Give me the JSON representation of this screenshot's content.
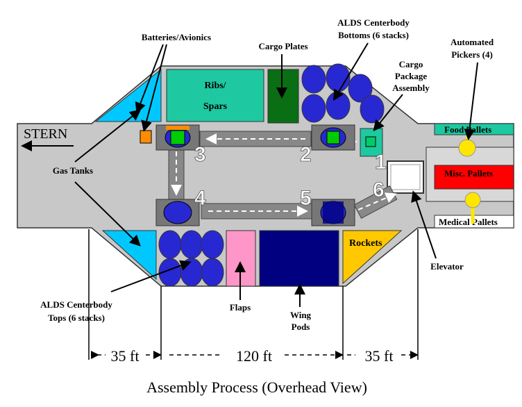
{
  "labels": {
    "batteries": "Batteries/Avionics",
    "cargo_plates": "Cargo Plates",
    "alds_bottoms_1": "ALDS Centerbody",
    "alds_bottoms_2": "Bottoms (6 stacks)",
    "automated_1": "Automated",
    "automated_2": "Pickers (4)",
    "cargo_pkg_1": "Cargo",
    "cargo_pkg_2": "Package",
    "cargo_pkg_3": "Assembly",
    "ribs_1": "Ribs/",
    "ribs_2": "Spars",
    "stern": "STERN",
    "gas_tanks": "Gas Tanks",
    "rockets": "Rockets",
    "elevator": "Elevator",
    "alds_tops_1": "ALDS Centerbody",
    "alds_tops_2": "Tops (6 stacks)",
    "flaps": "Flaps",
    "wing_1": "Wing",
    "wing_2": "Pods",
    "food_pallets": "Food Pallets",
    "misc_pallets": "Misc. Pallets",
    "medical_pallets": "Medical Pallets"
  },
  "stations": [
    "1",
    "2",
    "3",
    "4",
    "5",
    "6"
  ],
  "dimensions": {
    "left": "35 ft",
    "middle": "120 ft",
    "right": "35 ft"
  },
  "caption": "Assembly Process (Overhead View)",
  "colors": {
    "hull": "#c8c8c8",
    "ribs": "#1ec8a0",
    "cargo_plates": "#0a6e14",
    "stacks": "#2828d2",
    "tanks": "#00c8ff",
    "flaps": "#ff96c8",
    "wing_pods": "#000080",
    "rockets": "#ffc800",
    "food": "#1ec8a0",
    "misc": "#ff0000",
    "picker": "#ffe600",
    "battery": "#ff8c00"
  }
}
